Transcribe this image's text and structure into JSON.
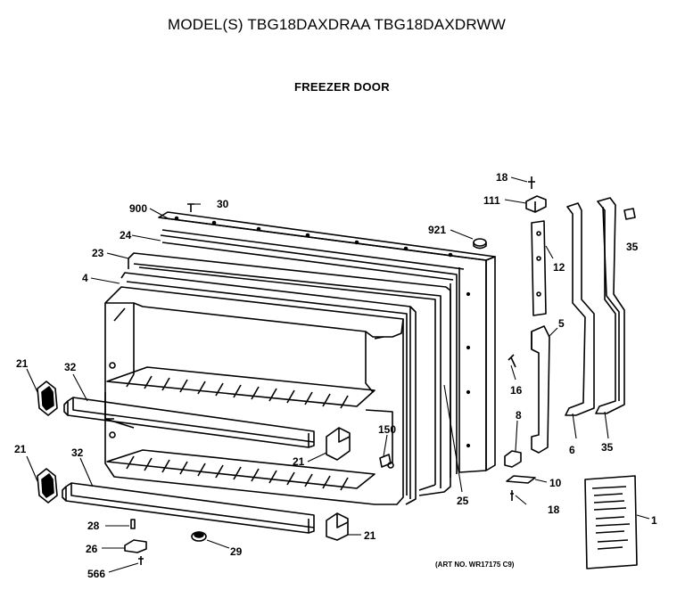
{
  "header": {
    "model_line": "MODEL(S) TBG18DAXDRAA  TBG18DAXDRWW",
    "section_title": "FREEZER DOOR"
  },
  "art_number": "(ART NO. WR17175 C9)",
  "callouts": {
    "p900": "900",
    "p30": "30",
    "p24": "24",
    "p23": "23",
    "p4": "4",
    "p921": "921",
    "p18_top": "18",
    "p111": "111",
    "p12": "12",
    "p35_top": "35",
    "p5": "5",
    "p16": "16",
    "p8": "8",
    "p6": "6",
    "p35_bottom": "35",
    "p10": "10",
    "p18_bottom": "18",
    "p1": "1",
    "p21_left_top": "21",
    "p21_left_bottom": "21",
    "p32_top": "32",
    "p32_bottom": "32",
    "p21_mid": "21",
    "p150": "150",
    "p25": "25",
    "p21_bottom": "21",
    "p28": "28",
    "p26": "26",
    "p566": "566",
    "p29": "29"
  }
}
